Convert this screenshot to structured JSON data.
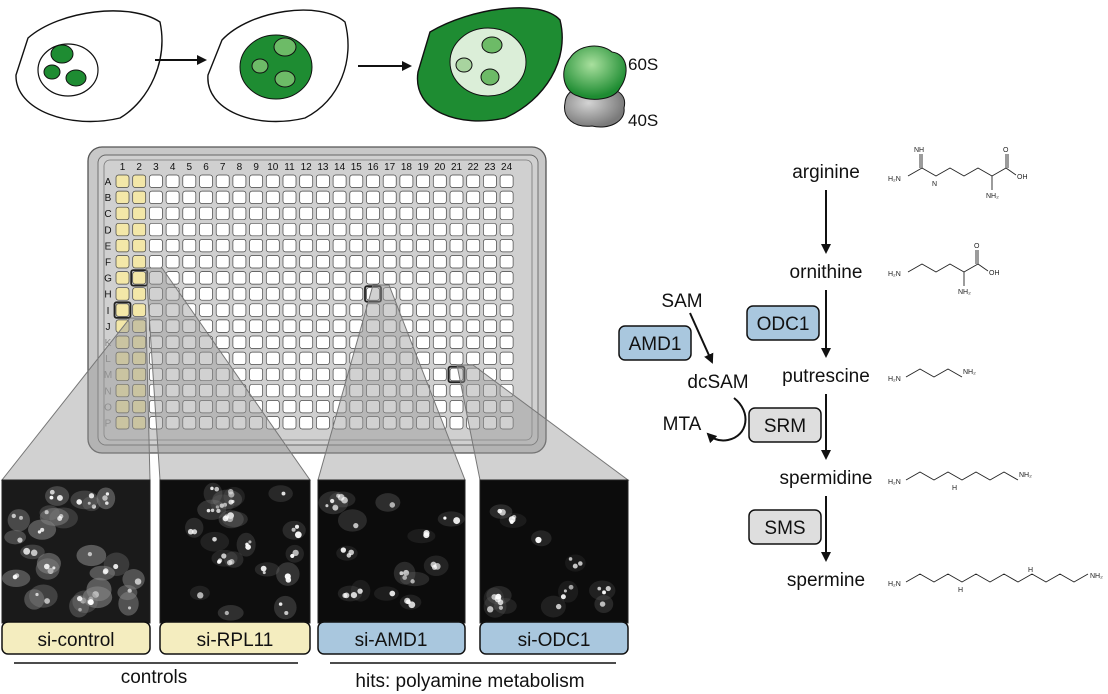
{
  "ribosome": {
    "large": "60S",
    "small": "40S"
  },
  "plate": {
    "columns": [
      "1",
      "2",
      "3",
      "4",
      "5",
      "6",
      "7",
      "8",
      "9",
      "10",
      "11",
      "12",
      "13",
      "14",
      "15",
      "16",
      "17",
      "18",
      "19",
      "20",
      "21",
      "22",
      "23",
      "24"
    ],
    "rows": [
      "A",
      "B",
      "C",
      "D",
      "E",
      "F",
      "G",
      "H",
      "I",
      "J",
      "K",
      "L",
      "M",
      "N",
      "O",
      "P"
    ],
    "control_columns": [
      1,
      2
    ],
    "zoom_wells": [
      {
        "row": "I",
        "col": 1,
        "target": "si-control"
      },
      {
        "row": "G",
        "col": 2,
        "target": "si-RPL11"
      },
      {
        "row": "H",
        "col": 16,
        "target": "si-AMD1"
      },
      {
        "row": "M",
        "col": 21,
        "target": "si-ODC1"
      }
    ]
  },
  "panels": [
    {
      "label": "si-control",
      "kind": "control"
    },
    {
      "label": "si-RPL11",
      "kind": "control"
    },
    {
      "label": "si-AMD1",
      "kind": "hit"
    },
    {
      "label": "si-ODC1",
      "kind": "hit"
    }
  ],
  "groups": {
    "controls": "controls",
    "hits": "hits: polyamine metabolism"
  },
  "pathway": {
    "metabolites": [
      "arginine",
      "ornithine",
      "putrescine",
      "spermidine",
      "spermine"
    ],
    "enzymes": {
      "odc1": "ODC1",
      "srm": "SRM",
      "sms": "SMS",
      "amd1": "AMD1"
    },
    "side": {
      "sam": "SAM",
      "dcsam": "dcSAM",
      "mta": "MTA"
    },
    "structure_labels": {
      "nh2": "NH₂",
      "h2n": "H₂N",
      "oh": "OH",
      "o": "O",
      "nh": "NH",
      "n": "N",
      "h": "H"
    }
  },
  "colors": {
    "green_dark": "#1e8c32",
    "green_light": "#dbeed8",
    "green_mid": "#6dbb67",
    "control_fill": "#f4edbf",
    "hit_fill": "#a9c7de",
    "enzyme_gray": "#dedede",
    "plate_gray": "#c8c8c8",
    "highlight": "#f3e7a8"
  }
}
